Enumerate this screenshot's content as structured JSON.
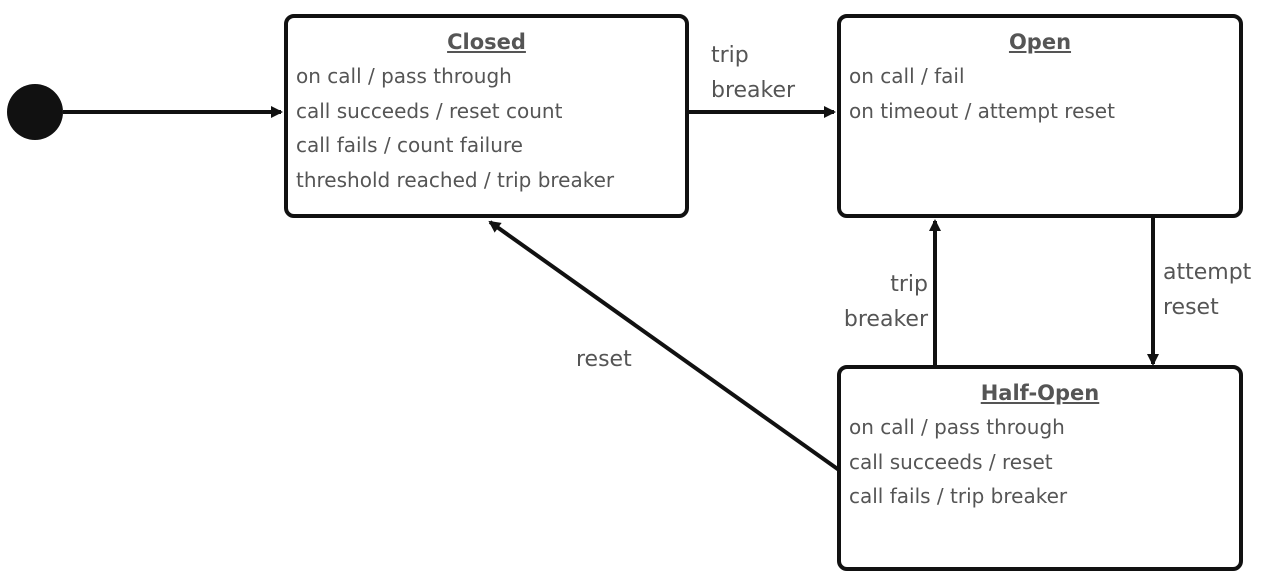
{
  "diagram": {
    "states": {
      "closed": {
        "title": "Closed",
        "actions": [
          "on call / pass through",
          "call succeeds / reset count",
          "call fails / count failure",
          "threshold reached / trip breaker"
        ]
      },
      "open": {
        "title": "Open",
        "actions": [
          "on call / fail",
          "on timeout / attempt reset"
        ]
      },
      "half_open": {
        "title": "Half-Open",
        "actions": [
          "on call / pass through",
          "call succeeds / reset",
          "call fails / trip breaker"
        ]
      }
    },
    "transitions": {
      "closed_to_open": {
        "line1": "trip",
        "line2": "breaker"
      },
      "open_to_half_open": {
        "line1": "attempt",
        "line2": "reset"
      },
      "half_open_to_open": {
        "line1": "trip",
        "line2": "breaker"
      },
      "half_open_to_closed": {
        "line1": "reset"
      }
    }
  }
}
